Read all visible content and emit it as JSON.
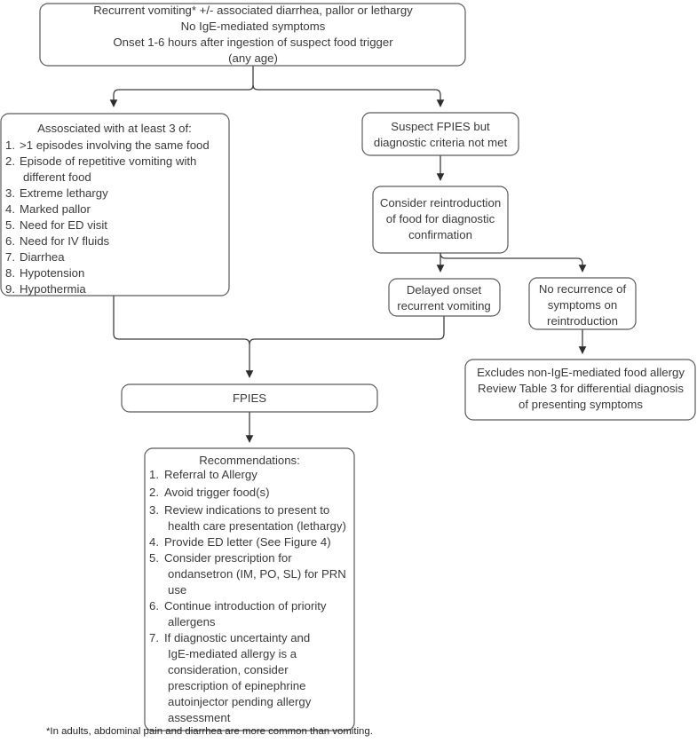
{
  "diagram": {
    "title": "FPIES diagnostic algorithm flowchart",
    "stroke_color": "#5a5a5a",
    "edge_color": "#3f3f3f",
    "text_color": "#3a3a3a",
    "background": "#ffffff"
  },
  "nodes": {
    "presentation": {
      "id": "presentation",
      "lines": [
        "Recurrent vomiting*  +/- associated diarrhea, pallor or lethargy",
        "No IgE-mediated symptoms",
        "Onset 1-6 hours after ingestion of suspect food trigger",
        "(any age)"
      ]
    },
    "criteria": {
      "id": "criteria",
      "heading": "Assosciated with at least 3 of:",
      "items": [
        {
          "num": "1.",
          "lines": [
            ">1 episodes involving the same food"
          ]
        },
        {
          "num": "2.",
          "lines": [
            "Episode of repetitive vomiting with",
            "different food"
          ]
        },
        {
          "num": "3.",
          "lines": [
            "Extreme lethargy"
          ]
        },
        {
          "num": "4.",
          "lines": [
            "Marked pallor"
          ]
        },
        {
          "num": "5.",
          "lines": [
            "Need for ED visit"
          ]
        },
        {
          "num": "6.",
          "lines": [
            "Need for IV fluids"
          ]
        },
        {
          "num": "7.",
          "lines": [
            "Diarrhea"
          ]
        },
        {
          "num": "8.",
          "lines": [
            "Hypotension"
          ]
        },
        {
          "num": "9.",
          "lines": [
            "Hypothermia"
          ]
        }
      ]
    },
    "suspect": {
      "id": "suspect",
      "lines": [
        "Suspect FPIES but",
        "diagnostic criteria not met"
      ]
    },
    "reintroduction": {
      "id": "reintroduction",
      "lines": [
        "Consider reintroduction",
        "of food for diagnostic",
        "confirmation"
      ]
    },
    "delayed_onset": {
      "id": "delayed_onset",
      "lines": [
        "Delayed onset",
        "recurrent vomiting"
      ]
    },
    "no_recurrence": {
      "id": "no_recurrence",
      "lines": [
        "No recurrence of",
        "symptoms on",
        "reintroduction"
      ]
    },
    "excludes": {
      "id": "excludes",
      "lines": [
        "Excludes non-IgE-mediated food allergy",
        "Review Table 3 for differential diagnosis",
        "of presenting symptoms"
      ]
    },
    "fpies": {
      "id": "fpies",
      "lines": [
        "FPIES"
      ]
    },
    "recommendations": {
      "id": "recommendations",
      "heading": "Recommendations:",
      "items": [
        {
          "num": "1.",
          "lines": [
            "Referral to Allergy"
          ]
        },
        {
          "num": "2.",
          "lines": [
            " Avoid trigger food(s)"
          ]
        },
        {
          "num": "3.",
          "lines": [
            " Review indications to present to",
            "health care presentation (lethargy)"
          ]
        },
        {
          "num": "4.",
          "lines": [
            "Provide ED letter (See Figure 4)"
          ]
        },
        {
          "num": "5.",
          "lines": [
            "Consider prescription for",
            "ondansetron (IM, PO, SL) for PRN",
            "use"
          ]
        },
        {
          "num": "6.",
          "lines": [
            "Continue introduction of priority",
            "allergens"
          ]
        },
        {
          "num": "7.",
          "lines": [
            "If diagnostic uncertainty and",
            "IgE-mediated allergy is a",
            "consideration, consider",
            "prescription of epinephrine",
            "autoinjector pending allergy",
            "assessment"
          ]
        }
      ]
    }
  },
  "footnote": {
    "text": "*In adults, abdominal pain and diarrhea are more common than vomiting."
  }
}
